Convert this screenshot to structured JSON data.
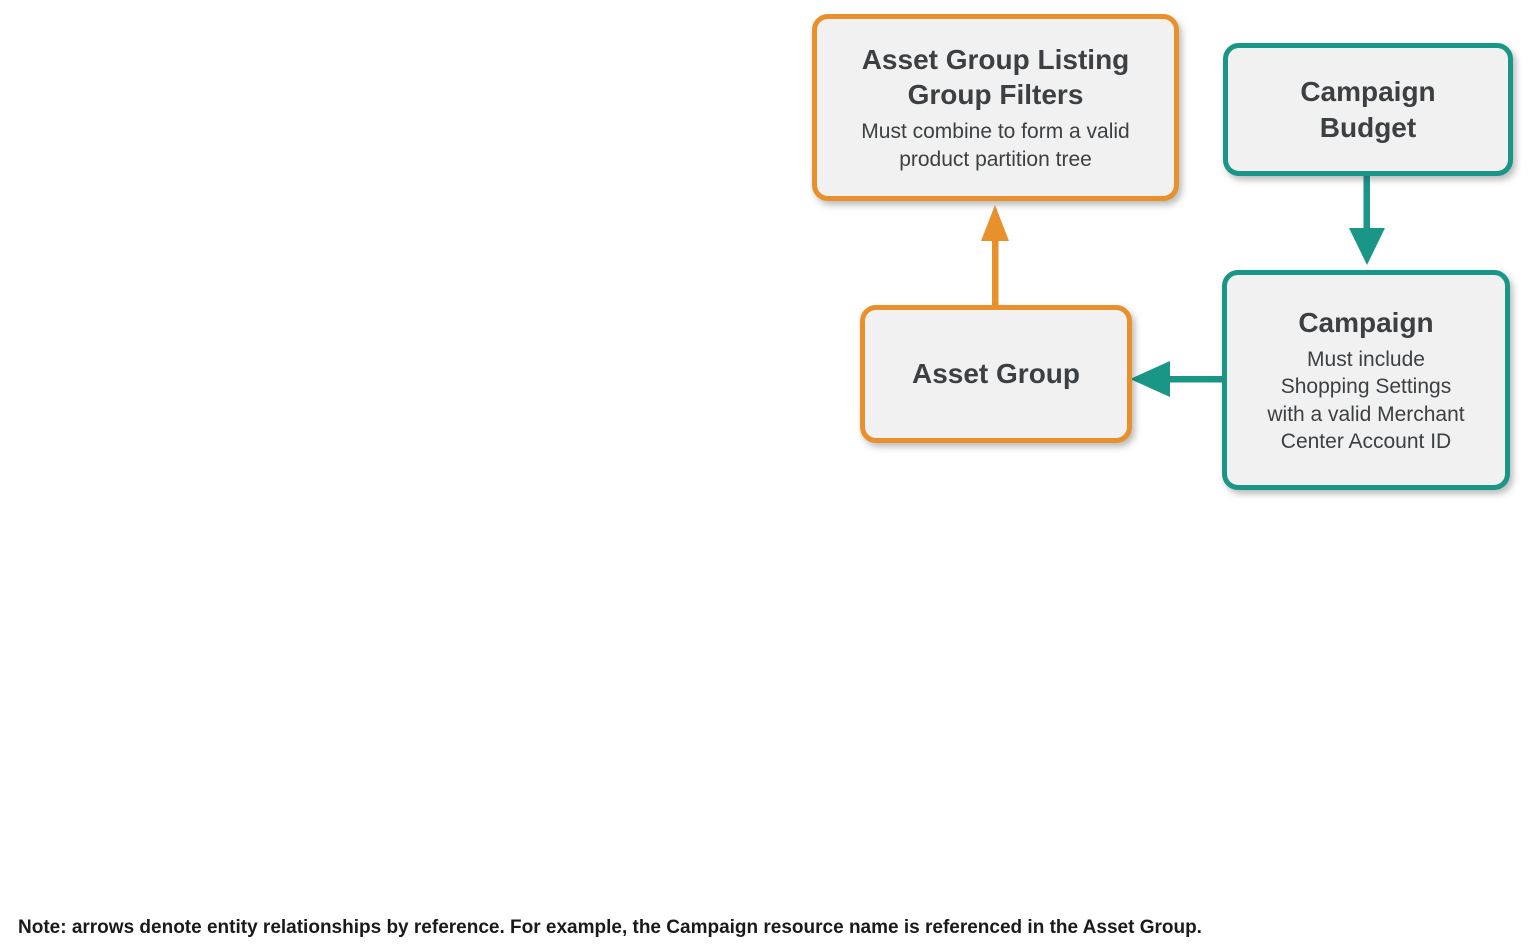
{
  "colors": {
    "orange": "#E8912C",
    "teal": "#1A9686",
    "box_fill": "#F1F1F1",
    "title_text": "#3C4043",
    "subtitle_text": "#3C4043",
    "note_text": "#1A1A1A"
  },
  "nodes": {
    "asset_group_listing_group_filters": {
      "title": "Asset Group Listing\nGroup Filters",
      "subtitle": "Must combine to form a valid\nproduct partition tree",
      "accent": "orange"
    },
    "campaign_budget": {
      "title": "Campaign\nBudget",
      "subtitle": "",
      "accent": "teal"
    },
    "asset_group": {
      "title": "Asset Group",
      "subtitle": "",
      "accent": "orange"
    },
    "campaign": {
      "title": "Campaign",
      "subtitle": "Must include\nShopping Settings\nwith a valid Merchant\nCenter Account ID",
      "accent": "teal"
    }
  },
  "edges": [
    {
      "from": "asset_group",
      "to": "asset_group_listing_group_filters",
      "color": "orange",
      "direction": "up"
    },
    {
      "from": "campaign_budget",
      "to": "campaign",
      "color": "teal",
      "direction": "down"
    },
    {
      "from": "campaign",
      "to": "asset_group",
      "color": "teal",
      "direction": "left"
    }
  ],
  "note": "Note: arrows denote entity relationships by reference. For example, the Campaign resource name is referenced in the Asset Group."
}
